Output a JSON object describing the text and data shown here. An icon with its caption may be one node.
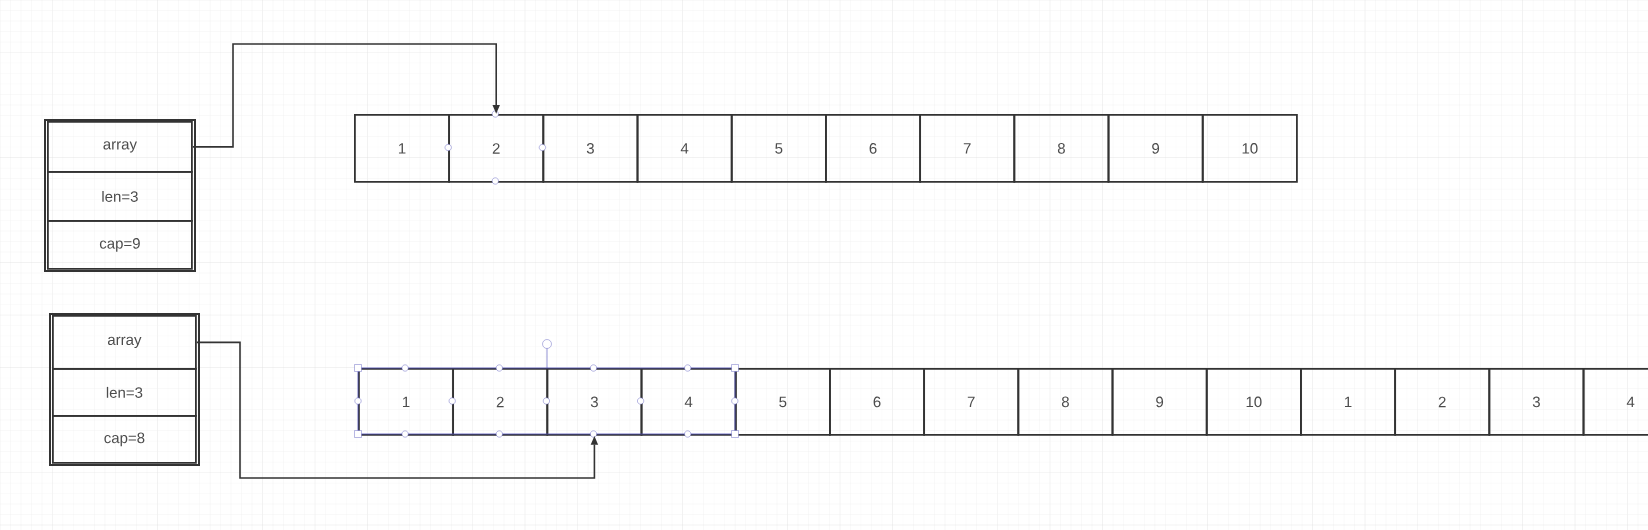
{
  "diagram": {
    "nodes": [
      {
        "text": [],
        "shape": "box"
      },
      {
        "text": [
          "array"
        ],
        "in": 0
      },
      {
        "text": [
          "len=3"
        ],
        "in": 0
      },
      {
        "text": [
          "cap=9"
        ],
        "in": 0
      },
      {
        "text": [
          "1"
        ]
      },
      {
        "text": [
          "2"
        ]
      },
      {
        "text": [
          "3"
        ]
      },
      {
        "text": [
          "4"
        ]
      },
      {
        "text": [
          "5"
        ]
      },
      {
        "text": [
          "6"
        ]
      },
      {
        "text": [
          "7"
        ]
      },
      {
        "text": [
          "8"
        ]
      },
      {
        "text": [
          "9"
        ]
      },
      {
        "text": [
          "10"
        ]
      },
      {
        "text": [],
        "shape": "box"
      },
      {
        "text": [
          "array"
        ],
        "in": 14
      },
      {
        "text": [
          "len=3"
        ],
        "in": 14
      },
      {
        "text": [
          "cap=8"
        ],
        "in": 14
      },
      {
        "text": [
          "1"
        ]
      },
      {
        "text": [
          "2"
        ]
      },
      {
        "text": [
          "3"
        ]
      },
      {
        "text": [
          "4"
        ]
      },
      {
        "text": [
          "5"
        ]
      },
      {
        "text": [
          "6"
        ]
      },
      {
        "text": [
          "7"
        ]
      },
      {
        "text": [
          "8"
        ]
      },
      {
        "text": [
          "9"
        ]
      },
      {
        "text": [
          "10"
        ]
      },
      {
        "text": [
          "1"
        ]
      },
      {
        "text": [
          "2"
        ]
      },
      {
        "text": [
          "3"
        ]
      },
      {
        "text": [
          "4"
        ]
      }
    ],
    "edges": [
      {
        "from": 1,
        "to": 5,
        "arrow": "to"
      },
      {
        "from": 15,
        "to": 20,
        "arrow": "to"
      }
    ]
  }
}
